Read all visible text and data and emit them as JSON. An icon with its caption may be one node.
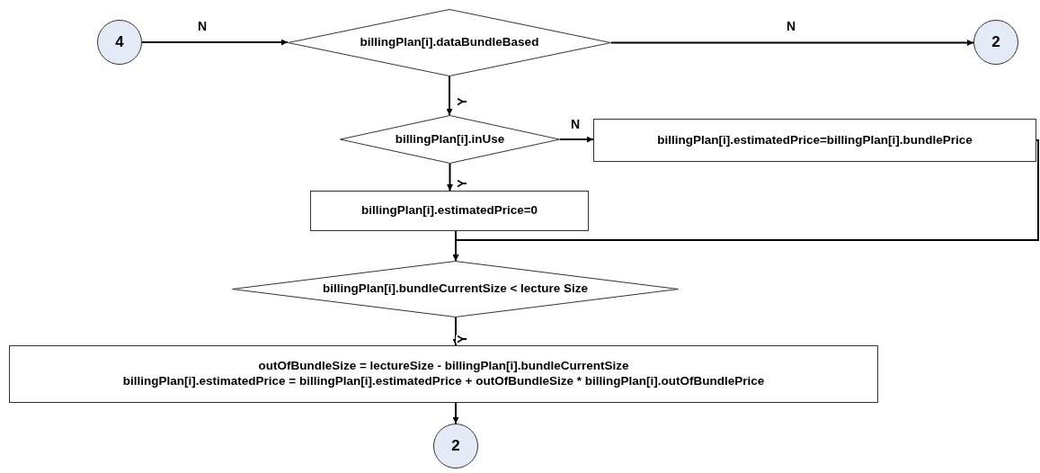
{
  "diagram": {
    "nodes": [
      {
        "text": [
          "4"
        ]
      },
      {
        "text": [
          "billingPlan[i].dataBundleBased"
        ]
      },
      {
        "text": [
          "2"
        ]
      },
      {
        "text": [
          "billingPlan[i].inUse"
        ]
      },
      {
        "text": [
          "billingPlan[i].estimatedPrice=billingPlan[i].bundlePrice"
        ]
      },
      {
        "text": [
          "billingPlan[i].estimatedPrice=0"
        ]
      },
      {
        "text": [
          "billingPlan[i].bundleCurrentSize < lecture Size"
        ]
      },
      {
        "text": [
          "outOfBundleSize = lectureSize - billingPlan[i].bundleCurrentSize",
          "billingPlan[i].estimatedPrice = billingPlan[i].estimatedPrice + outOfBundleSize * billingPlan[i].outOfBundlePrice"
        ]
      },
      {
        "text": [
          "2"
        ]
      }
    ],
    "edges": [
      {
        "from": 0,
        "to": 1,
        "arrow": "to",
        "label": "N"
      },
      {
        "from": 1,
        "to": 2,
        "arrow": "to",
        "label": "N"
      },
      {
        "from": 1,
        "to": 3,
        "arrow": "to",
        "label": "Y"
      },
      {
        "from": 3,
        "to": 4,
        "arrow": "to",
        "label": "N"
      },
      {
        "from": 3,
        "to": 5,
        "arrow": "to",
        "label": "Y"
      },
      {
        "from": 4,
        "to": 6,
        "arrow": "to"
      },
      {
        "from": 5,
        "to": 6,
        "arrow": "to"
      },
      {
        "from": 6,
        "to": 7,
        "arrow": "to",
        "label": "Y"
      },
      {
        "from": 7,
        "to": 8,
        "arrow": "to"
      }
    ]
  }
}
